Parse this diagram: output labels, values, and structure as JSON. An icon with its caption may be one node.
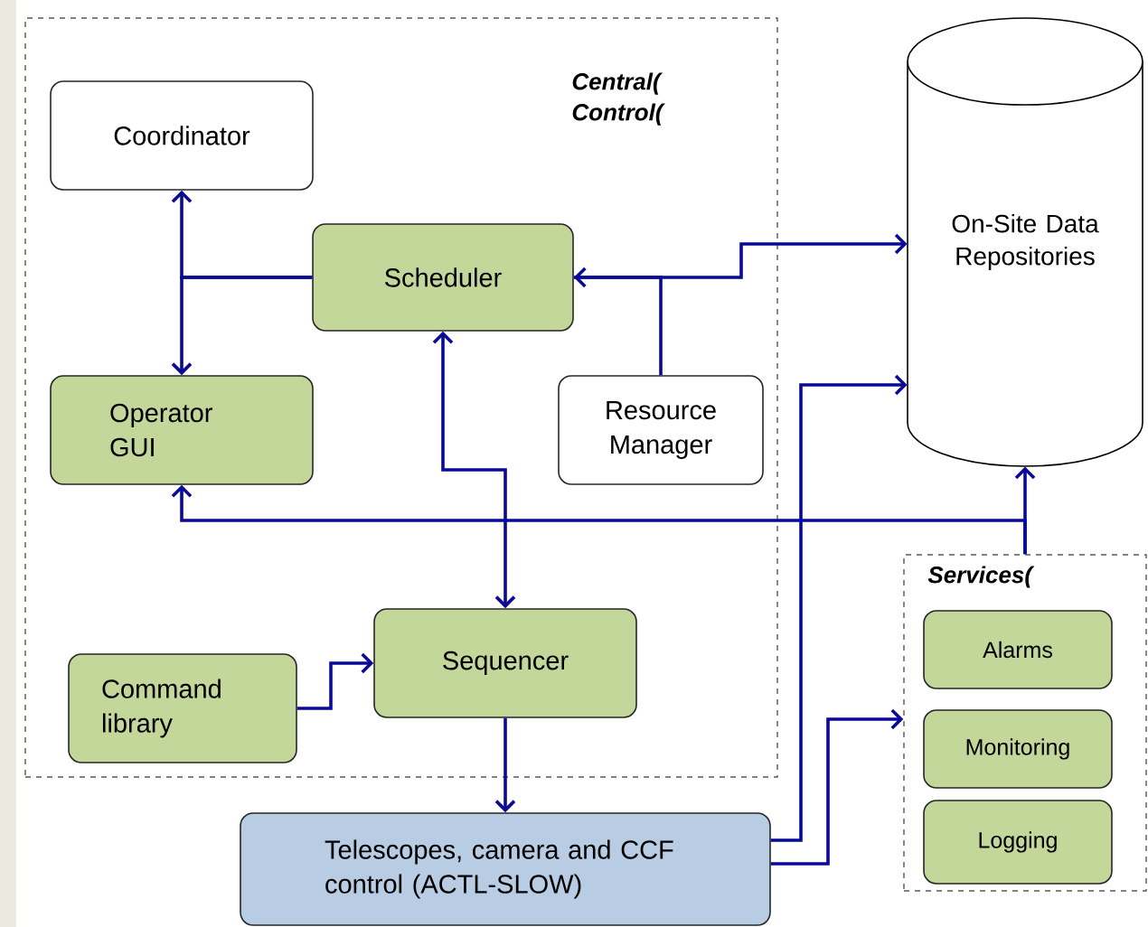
{
  "diagram": {
    "nodes": [
      {
        "text": [
          "Central( Control("
        ]
      },
      {
        "text": [
          "Coordinator"
        ],
        "in": 0
      },
      {
        "text": [
          "Scheduler"
        ],
        "in": 0
      },
      {
        "text": [
          "Operator GUI"
        ],
        "in": 0
      },
      {
        "text": [
          "Resource Manager"
        ],
        "in": 0
      },
      {
        "text": [
          "Command library"
        ],
        "in": 0
      },
      {
        "text": [
          "Sequencer"
        ],
        "in": 0
      },
      {
        "text": [
          "On-Site Data Repositories"
        ]
      },
      {
        "text": [
          "Services("
        ]
      },
      {
        "text": [
          "Alarms"
        ],
        "in": 8
      },
      {
        "text": [
          "Monitoring"
        ],
        "in": 8
      },
      {
        "text": [
          "Logging"
        ],
        "in": 8
      },
      {
        "text": [
          "Telescopes, camera  and CCF control (ACTL-SLOW)"
        ]
      }
    ],
    "edges": [
      {
        "from": 2,
        "to": 1,
        "arrow": "to"
      },
      {
        "from": 2,
        "to": 3,
        "arrow": "to"
      },
      {
        "from": 2,
        "to": 7,
        "arrow": "to"
      },
      {
        "from": 4,
        "to": 2,
        "arrow": "to"
      },
      {
        "from": 2,
        "to": 6,
        "arrow": "both"
      },
      {
        "from": 8,
        "to": 3,
        "arrow": "to"
      },
      {
        "from": 8,
        "to": 7,
        "arrow": "to"
      },
      {
        "from": 5,
        "to": 6,
        "arrow": "to"
      },
      {
        "from": 6,
        "to": 12,
        "arrow": "to"
      },
      {
        "from": 12,
        "to": 7,
        "arrow": "to"
      },
      {
        "from": 12,
        "to": 8,
        "arrow": "to"
      }
    ]
  }
}
